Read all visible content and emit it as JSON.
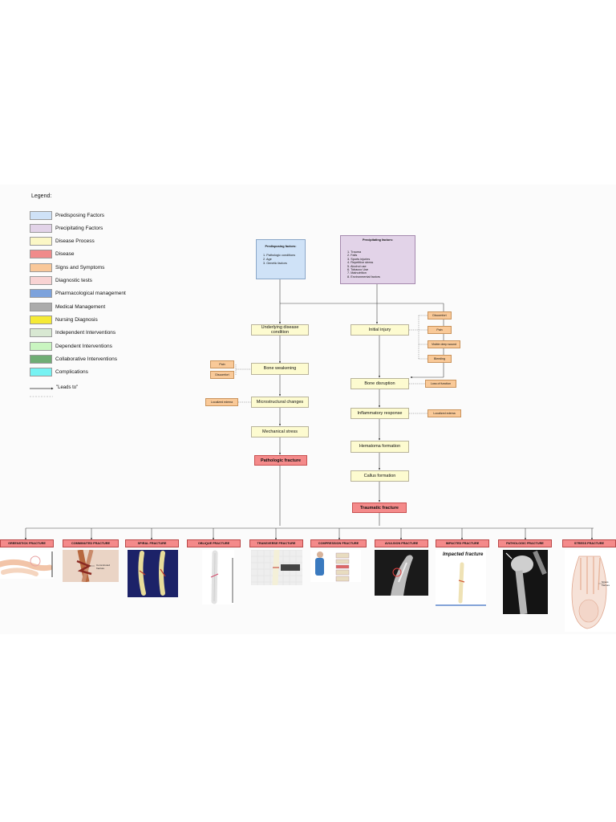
{
  "legend": {
    "title": "Legend:",
    "items": [
      {
        "label": "Predisposing Factors",
        "color": "#cfe2f7"
      },
      {
        "label": "Precipitating Factors",
        "color": "#e2d3e8"
      },
      {
        "label": "Disease Process",
        "color": "#fbf7c6"
      },
      {
        "label": "Disease",
        "color": "#f08a8a"
      },
      {
        "label": "Signs and Symptoms",
        "color": "#f9c89a"
      },
      {
        "label": "Diagnostic tests",
        "color": "#f8d3d3"
      },
      {
        "label": "Pharmacological management",
        "color": "#7ca2dc"
      },
      {
        "label": "Medical Management",
        "color": "#ababab"
      },
      {
        "label": "Nursing Diagnosis",
        "color": "#f5ea35"
      },
      {
        "label": "Independent Interventions",
        "color": "#d8e8d2"
      },
      {
        "label": "Dependent Interventions",
        "color": "#c9f5c0"
      },
      {
        "label": "Collaborative Interventions",
        "color": "#6fad74"
      },
      {
        "label": "Complications",
        "color": "#76f2f2"
      }
    ],
    "arrow_label": "\"Leads to\""
  },
  "predisposing": {
    "title": "Predisposing factors:",
    "items": [
      "1. Pathologic conditions",
      "2. Age",
      "3. Genetic factors"
    ],
    "color": "#cfe2f7"
  },
  "precipitating": {
    "title": "Precipitating factors:",
    "items": [
      "1. Trauma",
      "2. Falls",
      "3. Sports injuries",
      "4. Repetitive stress",
      "5. Alcohol use",
      "6. Tobacco Use",
      "7. Malnutrition",
      "8. Environmental factors"
    ],
    "color": "#e2d3e8"
  },
  "process": {
    "underlying": "Underlying disease condition",
    "bone_weakening": "Bone weakening",
    "microstructural": "Microstructural changes",
    "mechanical": "Mechanical stress",
    "pathologic": "Pathologic fracture",
    "initial_injury": "Initial injury",
    "bone_disruption": "Bone disruption",
    "inflammatory": "Inflammatory response",
    "hematoma": "Hematoma formation",
    "callus": "Callus formation",
    "traumatic": "Traumatic fracture"
  },
  "symptoms": {
    "pain_left": "Pain",
    "discomfort_left": "Discomfort",
    "edema_left": "Localized edema",
    "discomfort_right": "Discomfort",
    "pain_right": "Pain",
    "wound": "Visible deep wound",
    "bleeding": "Bleeding",
    "loss_function": "Loss of function",
    "edema_right": "Localized edema"
  },
  "fractures": [
    {
      "label": "GREENSTICK FRACTURE",
      "image": "greenstick"
    },
    {
      "label": "COMMINUTED FRACTURE",
      "image": "comminuted"
    },
    {
      "label": "SPIRAL FRACTURE",
      "image": "spiral"
    },
    {
      "label": "OBLIQUE FRACTURE",
      "image": "oblique"
    },
    {
      "label": "TRANSVERSE FRACTURE",
      "image": "transverse"
    },
    {
      "label": "COMPRESSION FRACTURE",
      "image": "compression"
    },
    {
      "label": "AVULSION FRACTURE",
      "image": "avulsion"
    },
    {
      "label": "IMPACTED FRACTURE",
      "image": "impacted"
    },
    {
      "label": "PATHOLOGIC FRACTURE",
      "image": "pathologic"
    },
    {
      "label": "STRESS FRACTURE",
      "image": "stress"
    }
  ],
  "image_text": {
    "comminuted_caption": "Comminuted fracture",
    "impacted_caption": "Impacted fracture",
    "stress_caption": "Stress fracture"
  }
}
